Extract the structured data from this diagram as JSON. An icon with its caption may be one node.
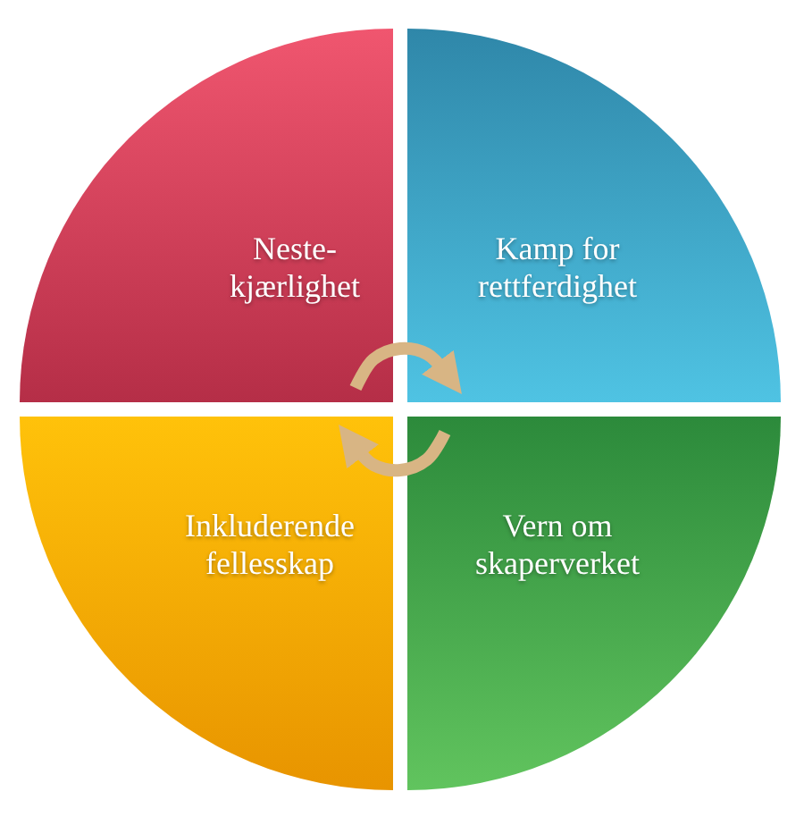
{
  "diagram": {
    "nodes": [
      {
        "text": [
          "Neste-kjærlighet"
        ]
      },
      {
        "text": [
          "Kamp for rettferdighet"
        ]
      },
      {
        "text": [
          "Inkluderende fellesskap"
        ]
      },
      {
        "text": [
          "Vern om skaperverket"
        ]
      }
    ],
    "edges": [
      {
        "from": 0,
        "to": 1,
        "arrow": "to"
      },
      {
        "from": 3,
        "to": 2,
        "arrow": "to"
      }
    ]
  }
}
